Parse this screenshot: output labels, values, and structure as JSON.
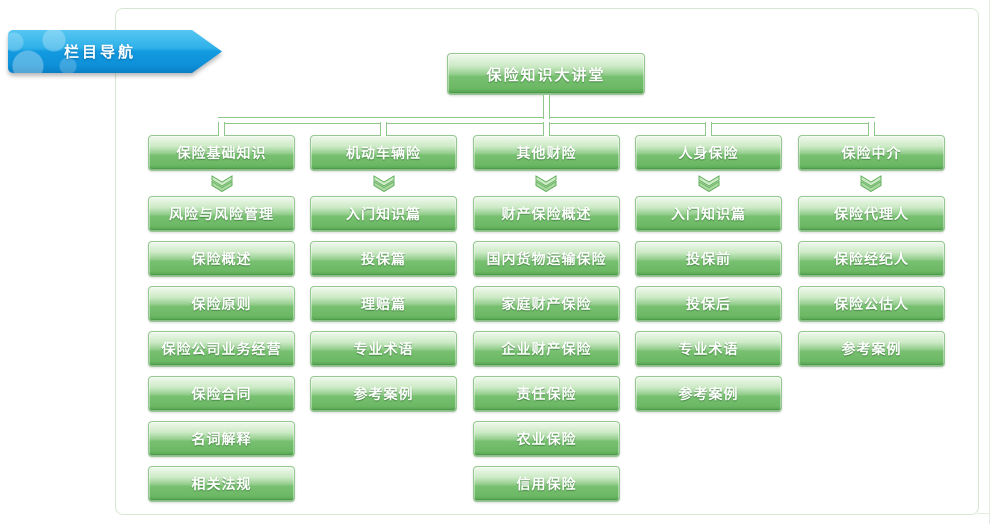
{
  "banner": {
    "label": "栏目导航"
  },
  "icons": {
    "banner_decor": "bubble-swirl-pattern",
    "column_arrow": "double-chevron-down"
  },
  "colors": {
    "banner_blue_top": "#55c6f2",
    "banner_blue_bottom": "#0a7ec4",
    "button_green_mid": "#78c071",
    "button_green_dark": "#498f45",
    "connector_green": "#8fc78b",
    "panel_border": "#d7e7d3",
    "text_white": "#ffffff"
  },
  "tree": {
    "root": "保险知识大讲堂",
    "columns": [
      {
        "header": "保险基础知识",
        "items": [
          "风险与风险管理",
          "保险概述",
          "保险原则",
          "保险公司业务经营",
          "保险合同",
          "名词解释",
          "相关法规"
        ]
      },
      {
        "header": "机动车辆险",
        "items": [
          "入门知识篇",
          "投保篇",
          "理赔篇",
          "专业术语",
          "参考案例"
        ]
      },
      {
        "header": "其他财险",
        "items": [
          "财产保险概述",
          "国内货物运输保险",
          "家庭财产保险",
          "企业财产保险",
          "责任保险",
          "农业保险",
          "信用保险"
        ]
      },
      {
        "header": "人身保险",
        "items": [
          "入门知识篇",
          "投保前",
          "投保后",
          "专业术语",
          "参考案例"
        ]
      },
      {
        "header": "保险中介",
        "items": [
          "保险代理人",
          "保险经纪人",
          "保险公估人",
          "参考案例"
        ]
      }
    ]
  }
}
